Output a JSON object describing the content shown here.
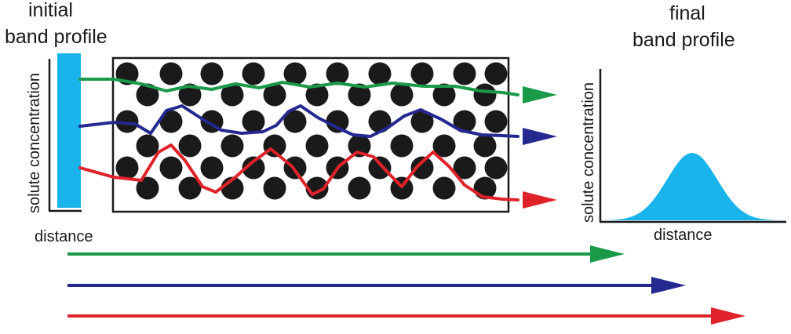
{
  "initial_profile": {
    "title_line1": "initial",
    "title_line2": "band profile",
    "ylabel": "solute concentration",
    "xlabel": "distance",
    "band_color": "#1ab4ec"
  },
  "final_profile": {
    "title_line1": "final",
    "title_line2": "band profile",
    "ylabel": "solute concentration",
    "xlabel": "distance",
    "peak_color": "#1ab4ec"
  },
  "column": {
    "packing": "black circular particles",
    "particle_color": "#1a1a1a",
    "border_color": "#1a1a1a"
  },
  "paths": [
    {
      "id": "green",
      "color": "#1a9a48",
      "tortuosity": "low"
    },
    {
      "id": "blue",
      "color": "#24288f",
      "tortuosity": "medium"
    },
    {
      "id": "red",
      "color": "#e0222a",
      "tortuosity": "high"
    }
  ],
  "distance_arrows": [
    {
      "id": "green",
      "color": "#1a9a48",
      "relative_length": "shortest"
    },
    {
      "id": "blue",
      "color": "#24288f",
      "relative_length": "medium"
    },
    {
      "id": "red",
      "color": "#e0222a",
      "relative_length": "longest"
    }
  ]
}
